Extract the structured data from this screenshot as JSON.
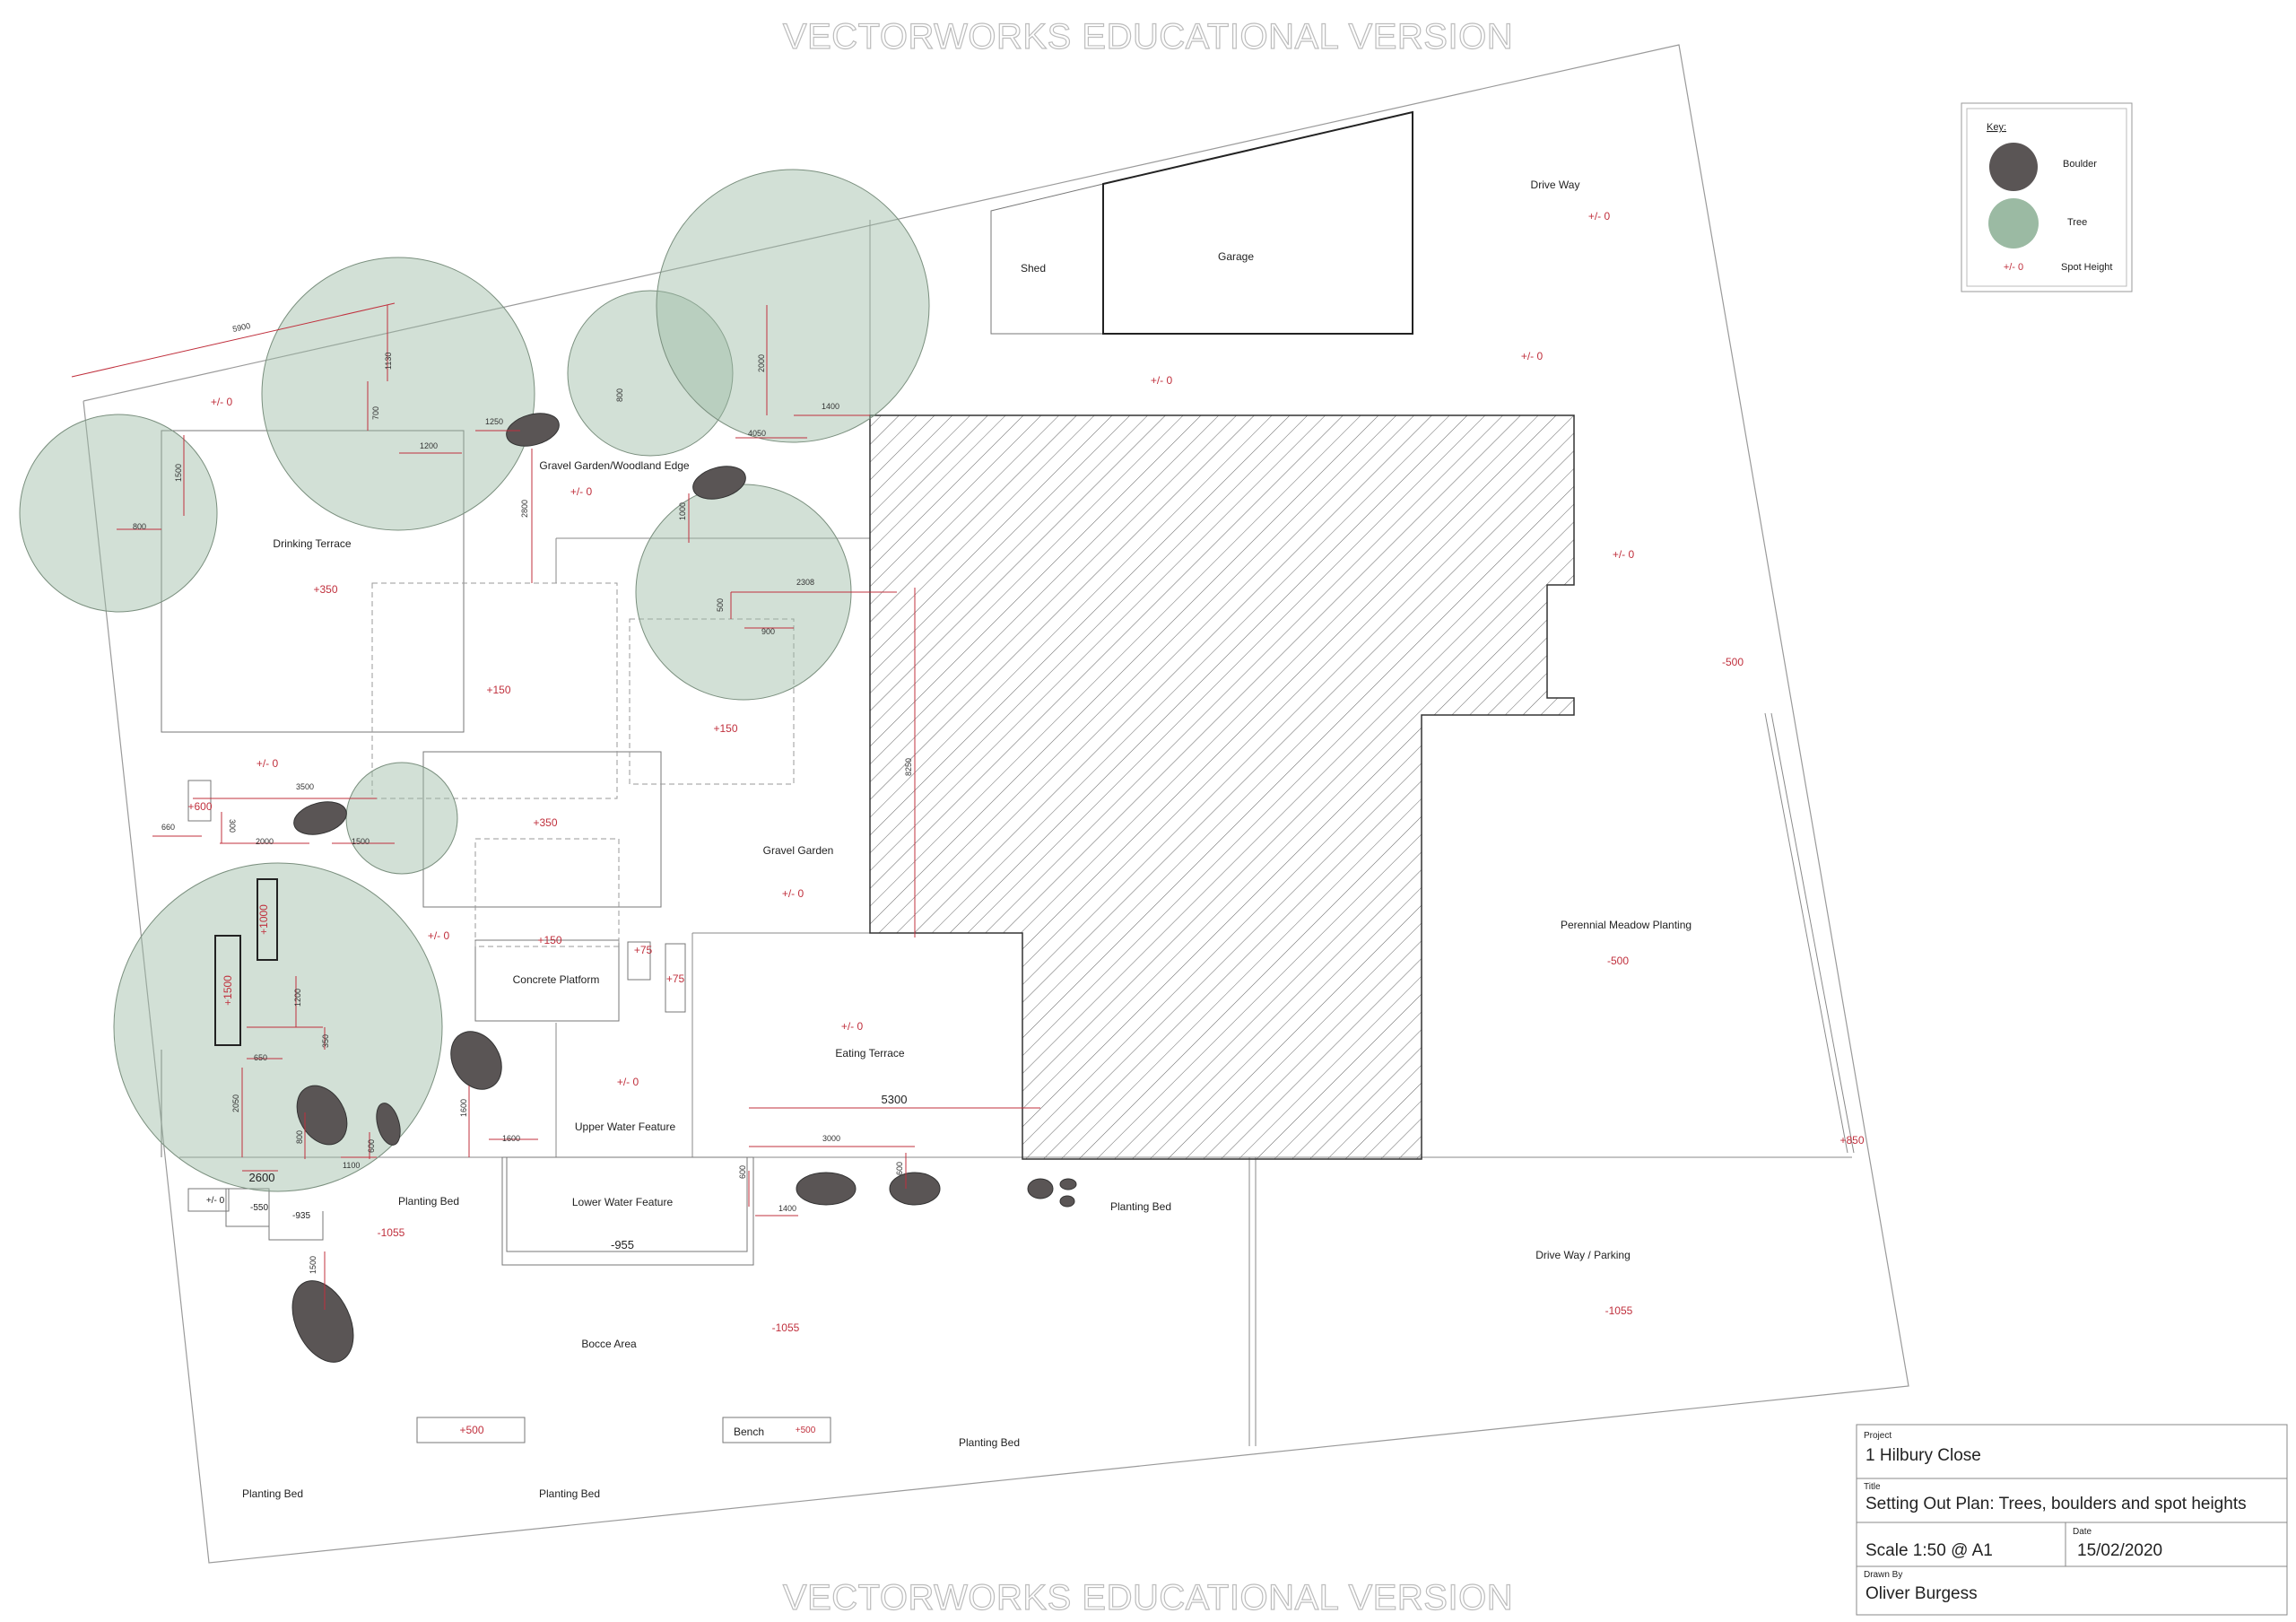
{
  "watermark": "VECTORWORKS EDUCATIONAL VERSION",
  "key": {
    "heading": "Key:",
    "items": [
      {
        "label": "Boulder",
        "color": "#5a5555"
      },
      {
        "label": "Tree",
        "color": "#9bbaa3"
      },
      {
        "label": "Spot Height",
        "sample": "+/- 0",
        "color": "#c0303d"
      }
    ]
  },
  "areas": {
    "drive_way": "Drive Way",
    "shed": "Shed",
    "garage": "Garage",
    "drinking_terrace": "Drinking Terrace",
    "gravel_garden_woodland": "Gravel Garden/Woodland Edge",
    "gravel_garden": "Gravel Garden",
    "concrete_platform": "Concrete Platform",
    "eating_terrace": "Eating Terrace",
    "upper_water_feature": "Upper Water Feature",
    "lower_water_feature": "Lower Water Feature",
    "perennial_meadow": "Perennial Meadow Planting",
    "drive_way_parking": "Drive Way / Parking",
    "planting_bed": "Planting Bed",
    "bocce_area": "Bocce Area",
    "bench": "Bench"
  },
  "levels": {
    "zero": "+/- 0",
    "p350": "+350",
    "p150": "+150",
    "p75": "+75",
    "p500": "+500",
    "p600": "+600",
    "p850": "+850",
    "p1000": "+1000",
    "p1500": "+1500",
    "m500": "-500",
    "m550": "-550",
    "m935": "-935",
    "m955": "-955",
    "m1055": "-1055"
  },
  "dims": {
    "d5900": "5900",
    "d1130": "1130",
    "d700": "700",
    "d1200": "1200",
    "d1250": "1250",
    "d1500": "1500",
    "d800": "800",
    "d2000": "2000",
    "d1400": "1400",
    "d4050": "4050",
    "d2800": "2800",
    "d1000": "1000",
    "d2308": "2308",
    "d500": "500",
    "d900": "900",
    "d8250": "8250",
    "d3500": "3500",
    "d660": "660",
    "d300": "300",
    "d650": "650",
    "d350": "350",
    "d2050": "2050",
    "d600": "600",
    "d1100": "1100",
    "d2600": "2600",
    "d1600": "1600",
    "d5300": "5300",
    "d3000": "3000"
  },
  "title_block": {
    "project_label": "Project",
    "project": "1 Hilbury Close",
    "title_label": "Title",
    "title": "Setting Out Plan: Trees, boulders and spot heights",
    "scale": "Scale 1:50 @ A1",
    "date_label": "Date",
    "date": "15/02/2020",
    "drawn_by_label": "Drawn By",
    "drawn_by": "Oliver Burgess"
  }
}
